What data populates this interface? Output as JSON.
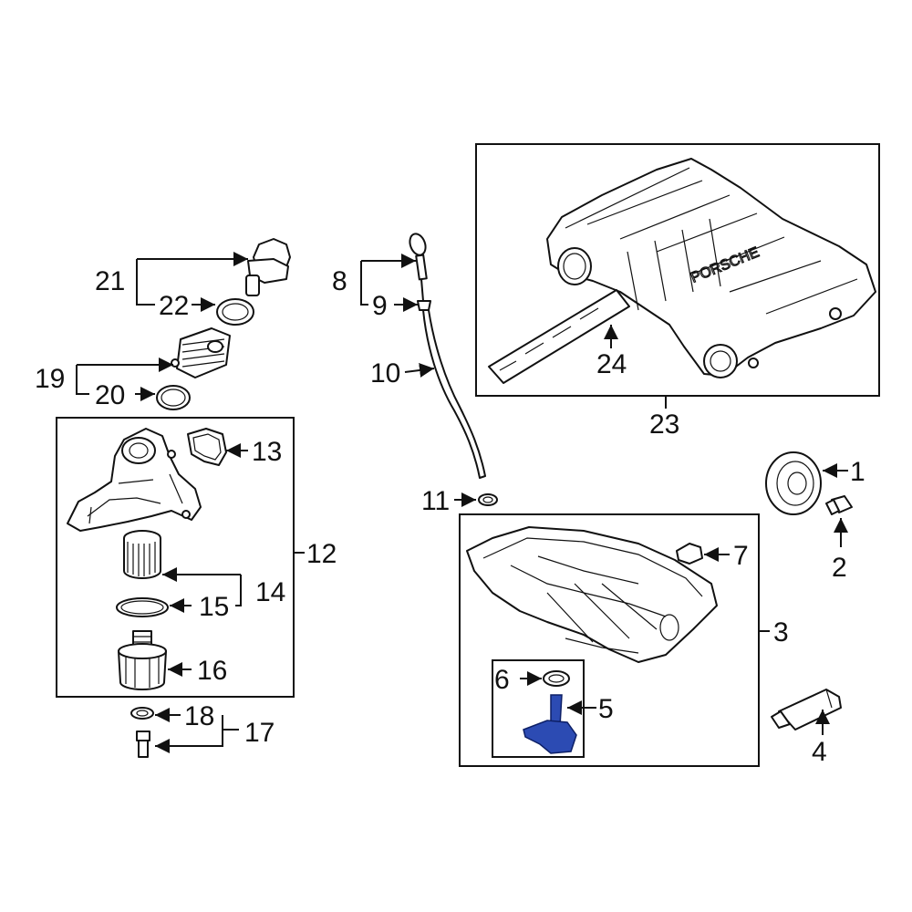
{
  "diagram": {
    "labels": {
      "p1": "1",
      "p2": "2",
      "p3": "3",
      "p4": "4",
      "p5": "5",
      "p6": "6",
      "p7": "7",
      "p8": "8",
      "p9": "9",
      "p10": "10",
      "p11": "11",
      "p12": "12",
      "p13": "13",
      "p14": "14",
      "p15": "15",
      "p16": "16",
      "p17": "17",
      "p18": "18",
      "p19": "19",
      "p20": "20",
      "p21": "21",
      "p22": "22",
      "p23": "23",
      "p24": "24"
    },
    "intake_logo_text": "PORSCHE",
    "highlight_color": "#2c4bb3",
    "highlighted_part": "5"
  }
}
